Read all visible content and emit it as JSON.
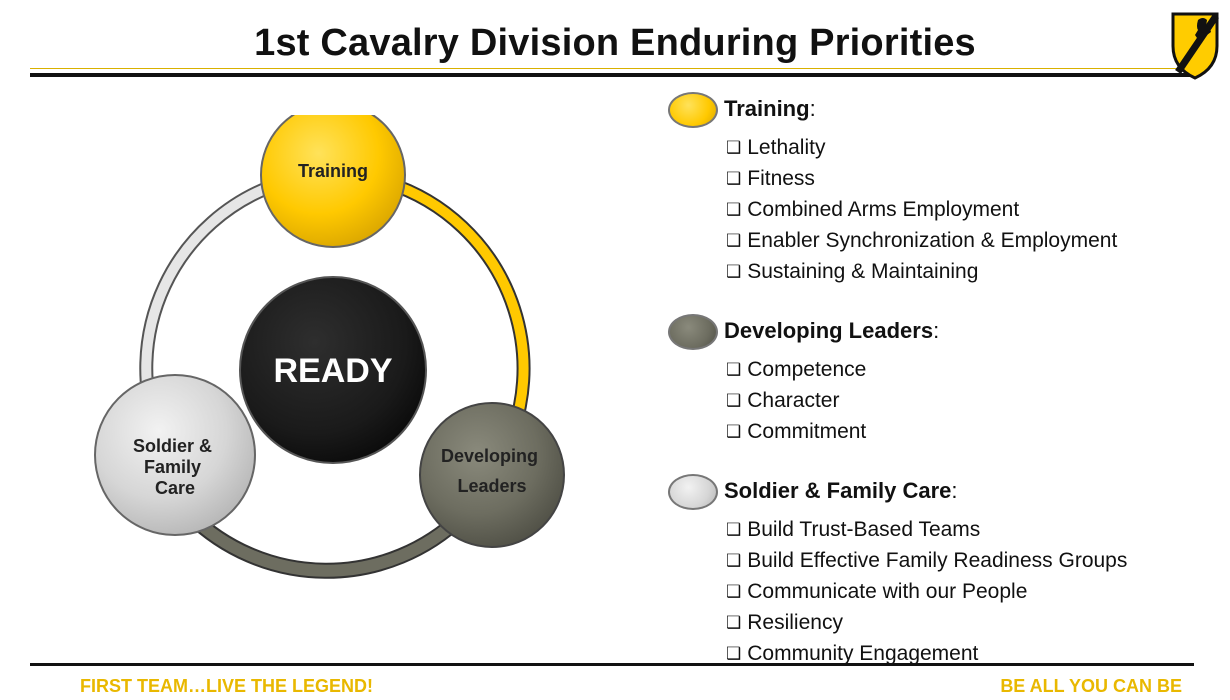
{
  "title": "1st Cavalry Division Enduring Priorities",
  "colors": {
    "gold": "#ffc900",
    "gray_olive": "#6d6d60",
    "light_gray": "#d6d6d6",
    "center_black": "#1a1a1a",
    "footer_gold": "#e9b800"
  },
  "diagram": {
    "center": "READY",
    "nodes": {
      "training": [
        "Training"
      ],
      "leaders": [
        "Developing",
        "Leaders"
      ],
      "care": [
        "Soldier &",
        "Family",
        "Care"
      ]
    }
  },
  "sections": [
    {
      "title": "Training",
      "suffix": ":",
      "items": [
        "Lethality",
        "Fitness",
        "Combined Arms Employment",
        "Enabler Synchronization & Employment",
        "Sustaining & Maintaining"
      ]
    },
    {
      "title": "Developing Leaders",
      "suffix": ":",
      "items": [
        "Competence",
        "Character",
        "Commitment"
      ]
    },
    {
      "title": "Soldier & Family Care",
      "suffix": ":",
      "items": [
        "Build Trust-Based Teams",
        "Build Effective Family Readiness Groups",
        "Communicate with our People",
        "Resiliency",
        "Community Engagement"
      ]
    }
  ],
  "checkbox_glyph": "❑",
  "footer": {
    "left": "FIRST TEAM…LIVE THE LEGEND!",
    "right": "BE ALL YOU CAN BE"
  }
}
